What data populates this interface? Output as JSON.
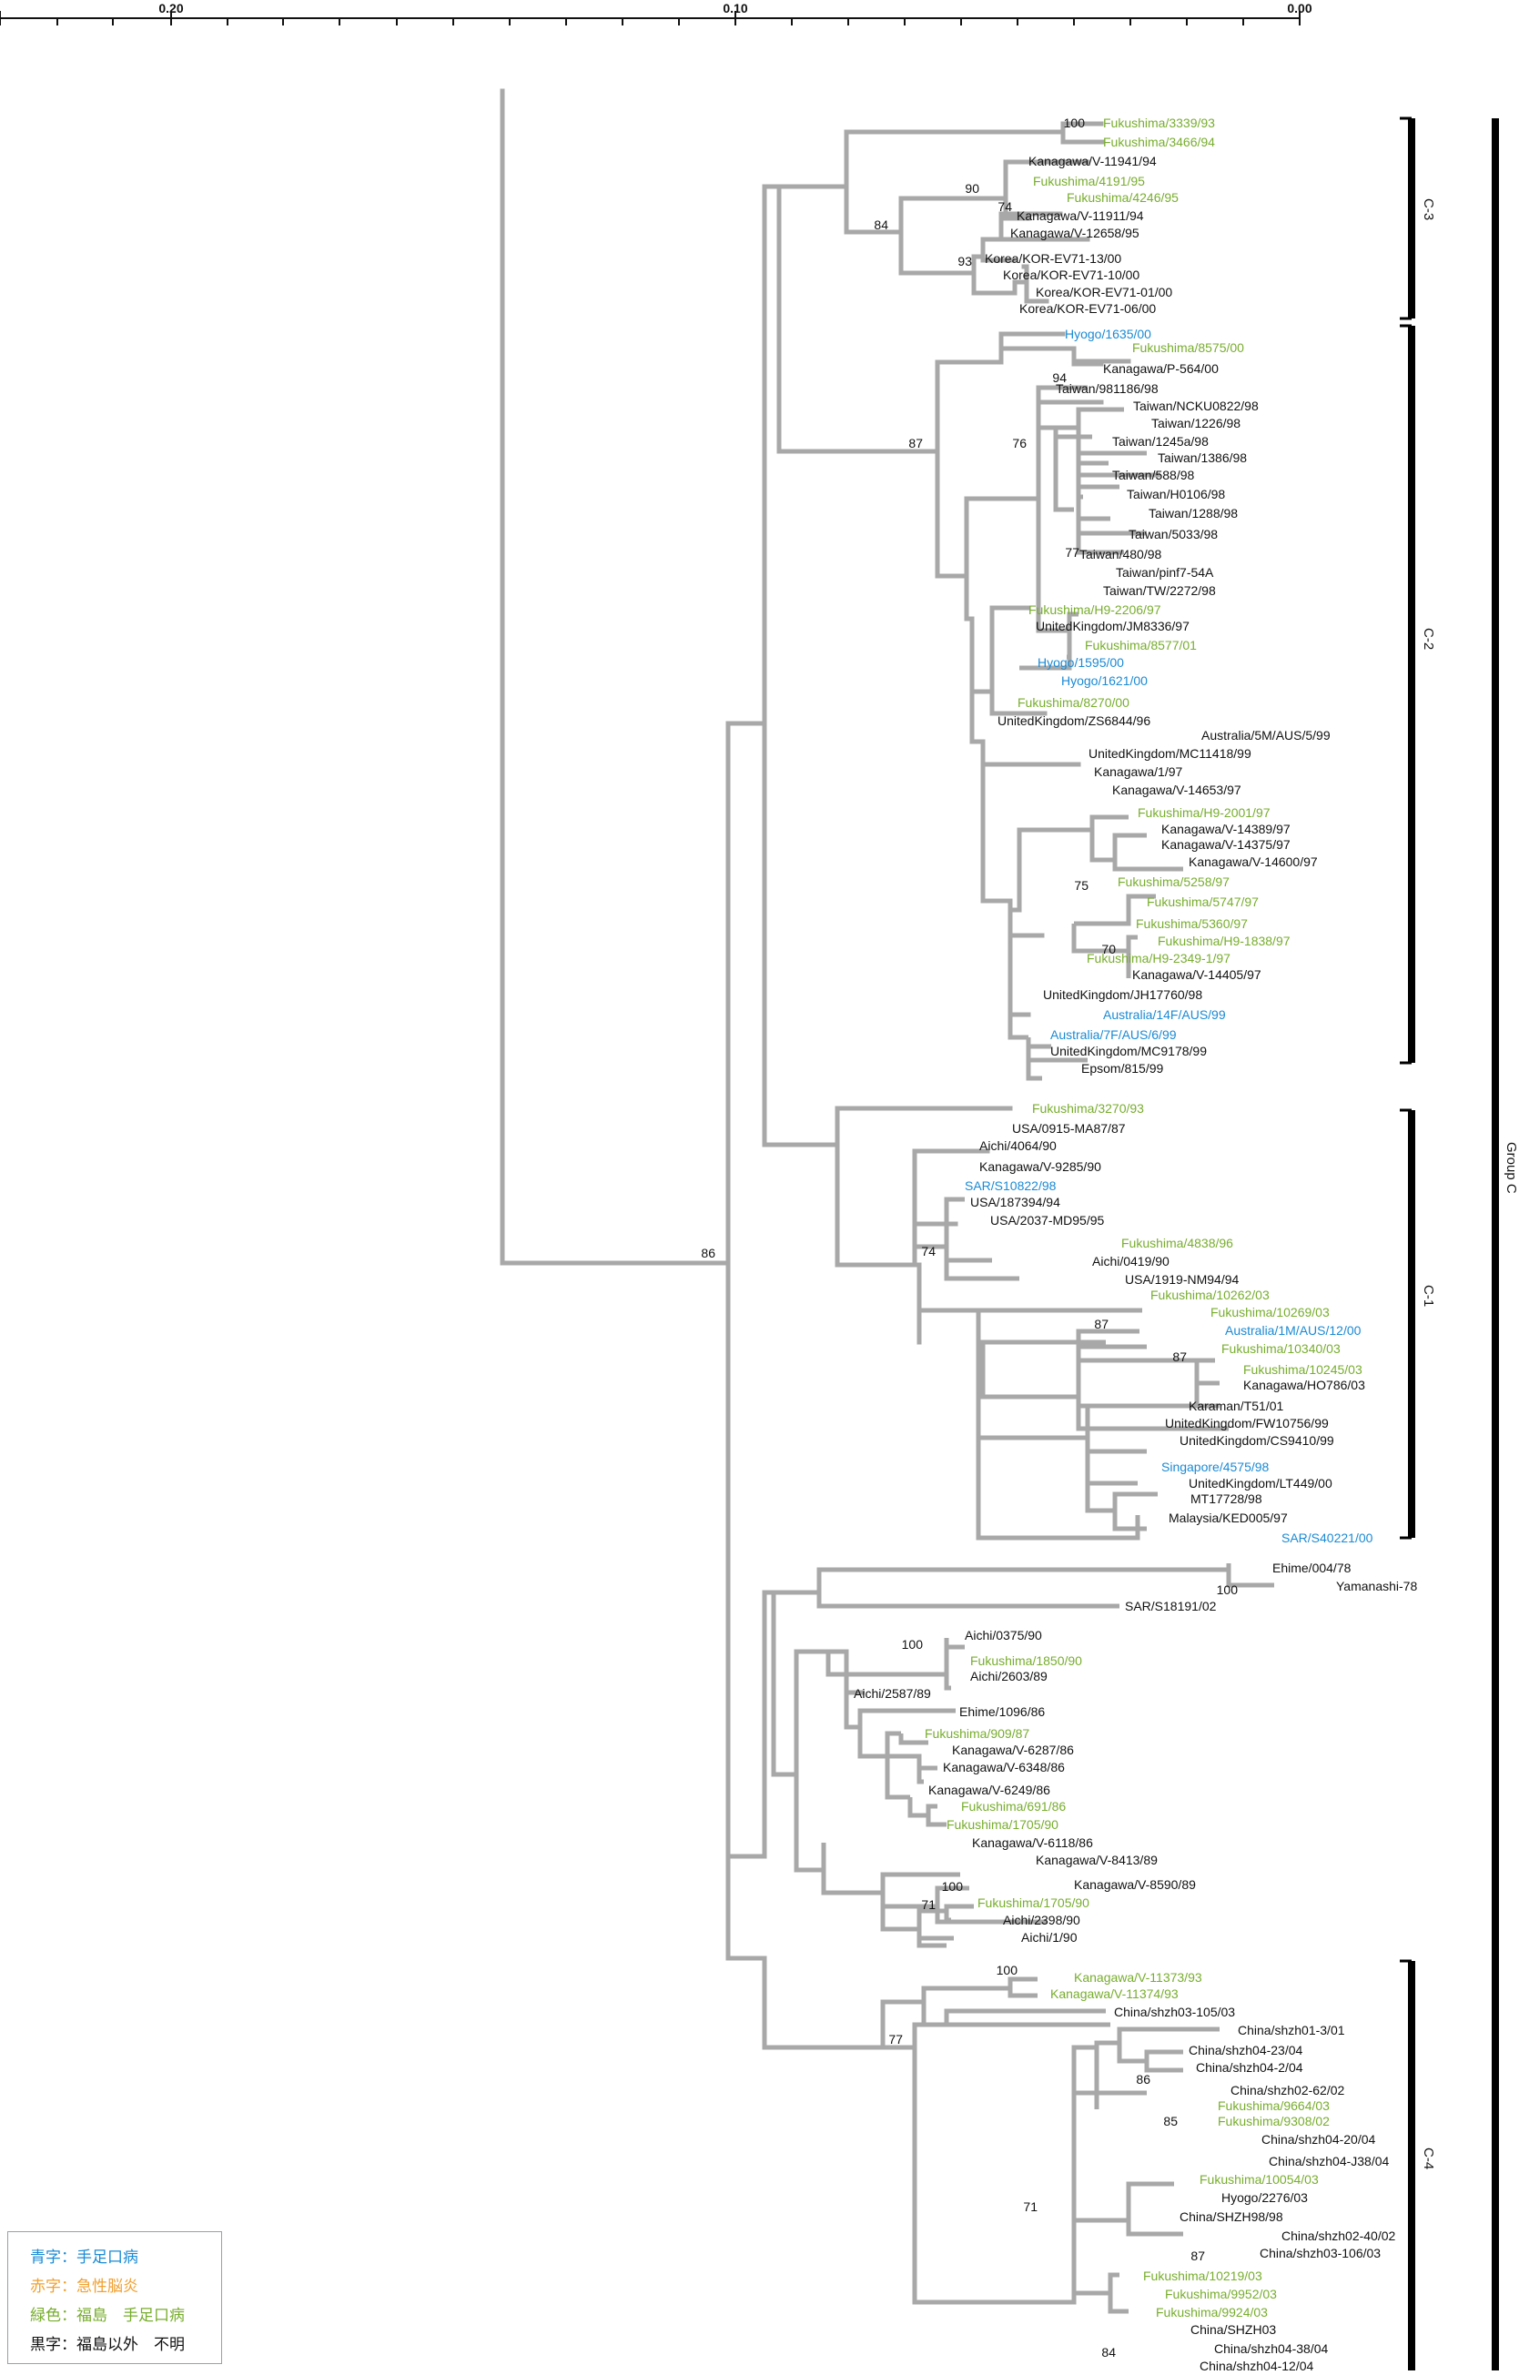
{
  "colors": {
    "blue": "#1a8ad4",
    "green": "#78ad2e",
    "orange": "#f0a030",
    "black": "#111111",
    "branch": "#a8a8a8"
  },
  "scale": {
    "ticks": [
      "0.20",
      "0.10",
      "0.00"
    ]
  },
  "groups": {
    "C3": "C-3",
    "C2": "C-2",
    "C1": "C-1",
    "C4": "C-4",
    "GC": "Group C"
  },
  "bootstrap": {
    "b100a": "100",
    "b90": "90",
    "b74a": "74",
    "b84a": "84",
    "b93": "93",
    "b87a": "87",
    "b76": "76",
    "b94": "94",
    "b77a": "77",
    "b75": "75",
    "b70": "70",
    "b86a": "86",
    "b74b": "74",
    "b87b": "87",
    "b87c": "87",
    "b100b": "100",
    "b100c": "100",
    "b100d": "100",
    "b71a": "71",
    "b100e": "100",
    "b77b": "77",
    "b86b": "86",
    "b85": "85",
    "b87d": "87",
    "b71b": "71",
    "b84b": "84"
  },
  "taxa": {
    "t1": "Fukushima/3339/93",
    "t2": "Fukushima/3466/94",
    "t3": "Kanagawa/V-11941/94",
    "t4": "Fukushima/4191/95",
    "t5": "Fukushima/4246/95",
    "t6": "Kanagawa/V-11911/94",
    "t7": "Kanagawa/V-12658/95",
    "t8": "Korea/KOR-EV71-13/00",
    "t9": "Korea/KOR-EV71-10/00",
    "t10": "Korea/KOR-EV71-01/00",
    "t11": "Korea/KOR-EV71-06/00",
    "t12": "Hyogo/1635/00",
    "t13": "Fukushima/8575/00",
    "t14": "Kanagawa/P-564/00",
    "t15": "Taiwan/981186/98",
    "t16": "Taiwan/NCKU0822/98",
    "t17": "Taiwan/1226/98",
    "t18": "Taiwan/1245a/98",
    "t19": "Taiwan/1386/98",
    "t20": "Taiwan/588/98",
    "t21": "Taiwan/H0106/98",
    "t22": "Taiwan/1288/98",
    "t23": "Taiwan/5033/98",
    "t24": "Taiwan/480/98",
    "t25": "Taiwan/pinf7-54A",
    "t26": "Taiwan/TW/2272/98",
    "t27": "Fukushima/H9-2206/97",
    "t28": "UnitedKingdom/JM8336/97",
    "t29": "Fukushima/8577/01",
    "t30": "Hyogo/1595/00",
    "t31": "Hyogo/1621/00",
    "t32": "Fukushima/8270/00",
    "t33": "UnitedKingdom/ZS6844/96",
    "t34": "Australia/5M/AUS/5/99",
    "t35": "UnitedKingdom/MC11418/99",
    "t36": "Kanagawa/1/97",
    "t37": "Kanagawa/V-14653/97",
    "t38": "Fukushima/H9-2001/97",
    "t39": "Kanagawa/V-14389/97",
    "t40": "Kanagawa/V-14375/97",
    "t41": "Kanagawa/V-14600/97",
    "t42": "Fukushima/5258/97",
    "t43": "Fukushima/5747/97",
    "t44": "Fukushima/5360/97",
    "t45": "Fukushima/H9-1838/97",
    "t46": "Fukushima/H9-2349-1/97",
    "t47": "Kanagawa/V-14405/97",
    "t48": "UnitedKingdom/JH17760/98",
    "t49": "Australia/14F/AUS/99",
    "t50": "Australia/7F/AUS/6/99",
    "t51": "UnitedKingdom/MC9178/99",
    "t52": "Epsom/815/99",
    "t53": "Fukushima/3270/93",
    "t54": "USA/0915-MA87/87",
    "t55": "Aichi/4064/90",
    "t56": "Kanagawa/V-9285/90",
    "t57": "SAR/S10822/98",
    "t58": "USA/187394/94",
    "t59": "USA/2037-MD95/95",
    "t60": "Fukushima/4838/96",
    "t61": "Aichi/0419/90",
    "t62": "USA/1919-NM94/94",
    "t63": "Fukushima/10262/03",
    "t64": "Fukushima/10269/03",
    "t65": "Australia/1M/AUS/12/00",
    "t66": "Fukushima/10340/03",
    "t67": "Fukushima/10245/03",
    "t68": "Kanagawa/HO786/03",
    "t69": "Karaman/T51/01",
    "t70": "UnitedKingdom/FW10756/99",
    "t71": "UnitedKingdom/CS9410/99",
    "t72": "Singapore/4575/98",
    "t73": "UnitedKingdom/LT449/00",
    "t74": "MT17728/98",
    "t75": "Malaysia/KED005/97",
    "t76": "SAR/S40221/00",
    "t77": "Ehime/004/78",
    "t78": "Yamanashi-78",
    "t79": "SAR/S18191/02",
    "t80": "Aichi/0375/90",
    "t81": "Fukushima/1850/90",
    "t82": "Aichi/2603/89",
    "t83": "Aichi/2587/89",
    "t84": "Ehime/1096/86",
    "t85": "Fukushima/909/87",
    "t86": "Kanagawa/V-6287/86",
    "t87": "Kanagawa/V-6348/86",
    "t88": "Kanagawa/V-6249/86",
    "t89": "Fukushima/691/86",
    "t90": "Fukushima/1705/90",
    "t91": "Kanagawa/V-6118/86",
    "t92": "Kanagawa/V-8413/89",
    "t93": "Kanagawa/V-8590/89",
    "t94": "Fukushima/1705/90",
    "t95": "Aichi/2398/90",
    "t96": "Aichi/1/90",
    "t97": "Kanagawa/V-11373/93",
    "t98": "Kanagawa/V-11374/93",
    "t99": "China/shzh03-105/03",
    "t100": "China/shzh01-3/01",
    "t101": "China/shzh04-23/04",
    "t102": "China/shzh04-2/04",
    "t103": "China/shzh02-62/02",
    "t104": "Fukushima/9664/03",
    "t105": "Fukushima/9308/02",
    "t106": "China/shzh04-20/04",
    "t107": "China/shzh04-J38/04",
    "t108": "Fukushima/10054/03",
    "t109": "Hyogo/2276/03",
    "t110": "China/SHZH98/98",
    "t111": "China/shzh02-40/02",
    "t112": "China/shzh03-106/03",
    "t113": "Fukushima/10219/03",
    "t114": "Fukushima/9952/03",
    "t115": "Fukushima/9924/03",
    "t116": "China/SHZH03",
    "t117": "China/shzh04-38/04",
    "t118": "China/shzh04-12/04"
  },
  "legend": [
    {
      "text": "青字：手足口病",
      "color": "#1a8ad4"
    },
    {
      "text": "赤字：急性脳炎",
      "color": "#f0a030"
    },
    {
      "text": "緑色：福島　手足口病",
      "color": "#78ad2e"
    },
    {
      "text": "黒字：福島以外　不明",
      "color": "#111111"
    }
  ]
}
